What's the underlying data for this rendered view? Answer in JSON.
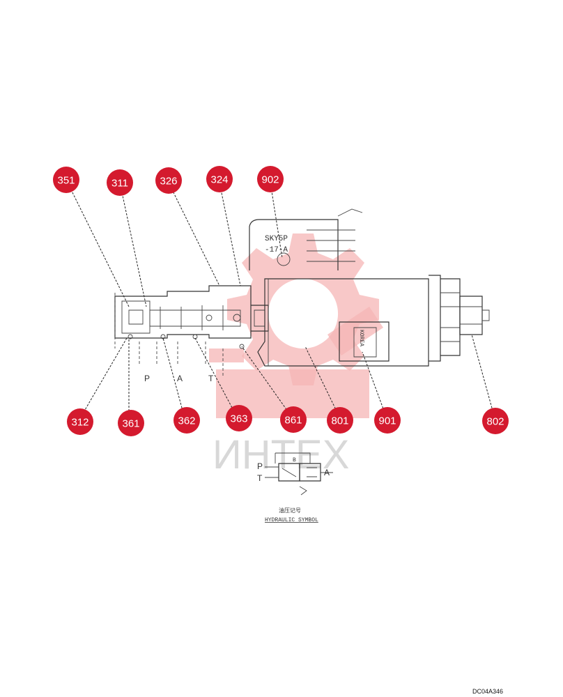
{
  "callouts": [
    {
      "id": "351"
    },
    {
      "id": "311"
    },
    {
      "id": "326"
    },
    {
      "id": "324"
    },
    {
      "id": "902"
    },
    {
      "id": "312"
    },
    {
      "id": "361"
    },
    {
      "id": "362"
    },
    {
      "id": "363"
    },
    {
      "id": "861"
    },
    {
      "id": "801"
    },
    {
      "id": "901"
    },
    {
      "id": "802"
    }
  ],
  "ports": {
    "p": "P",
    "a": "A",
    "t": "T"
  },
  "solenoid_label": {
    "line1": "SKY5P",
    "line2": "-17-A"
  },
  "nameplate_text": "KOREA",
  "symbol": {
    "p": "P",
    "t": "T",
    "a": "A",
    "b": "B"
  },
  "caption": {
    "cn": "油压记号",
    "en": "HYDRAULIC SYMBOL"
  },
  "watermark": "ИНТЕХ",
  "drawing_code": "DC04A346",
  "colors": {
    "callout": "#d41a2e",
    "watermark_gear": "#f5b5b5",
    "watermark_text": "#d8d8d8"
  }
}
